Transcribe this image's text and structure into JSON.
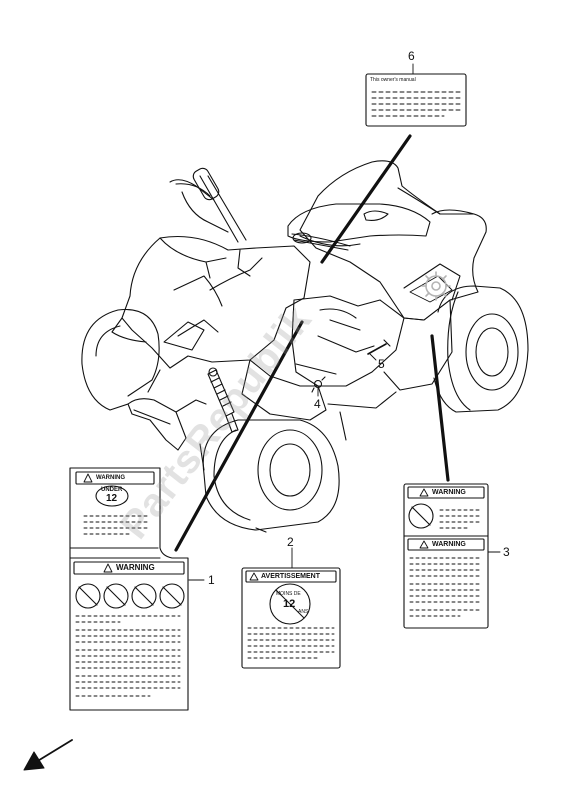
{
  "diagram": {
    "callouts": [
      "1",
      "2",
      "3",
      "4",
      "5",
      "6"
    ],
    "labels": {
      "label1_top_warning": "WARNING",
      "label1_top_under": "UNDER",
      "label1_top_age": "12",
      "label1_main_warning": "WARNING",
      "label2_heading": "AVERTISSEMENT",
      "label2_badge_top": "MOINS DE",
      "label2_badge_age": "12",
      "label2_badge_bottom": "ANS",
      "label3_top_warning": "WARNING",
      "label3_bottom_warning": "WARNING",
      "label6_heading": "This owner's manual"
    },
    "watermark": "PartsRepublik",
    "colors": {
      "line": "#111111",
      "watermark": "#969696"
    },
    "icons": [
      "warning-triangle-icon",
      "prohibition-icon",
      "direction-arrow-icon",
      "gear-logo-icon"
    ]
  }
}
